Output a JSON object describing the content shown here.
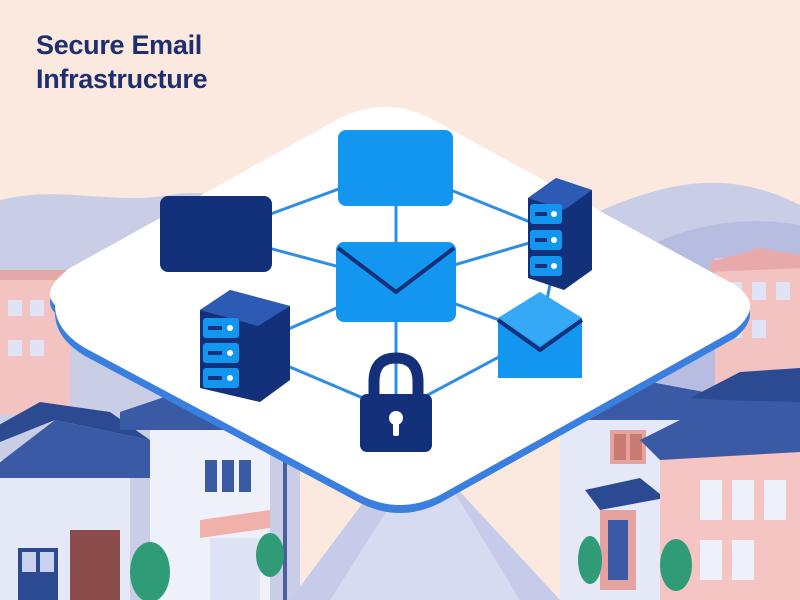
{
  "title": {
    "line1": "Secure Email",
    "line2": "Infrastructure"
  },
  "colors": {
    "sky": "#fbe9e0",
    "title": "#1e2f6e",
    "navy": "#13307a",
    "blue": "#1296ef",
    "link_line": "#2f8de4",
    "platform": "#ffffff",
    "platform_edge": "#3a7fe0",
    "mountain": "#c9cde6",
    "roof": "#3b5aa6",
    "building_pink": "#f4c5c3",
    "building_light": "#e4e8f7",
    "tree": "#2f9c77"
  },
  "nodes": [
    {
      "name": "top-envelope",
      "kind": "envelope-closed",
      "icon": "mail-icon"
    },
    {
      "name": "left-envelope",
      "kind": "envelope-closed",
      "icon": "mail-icon"
    },
    {
      "name": "center-envelope",
      "kind": "envelope-open",
      "icon": "mail-open-icon"
    },
    {
      "name": "right-server",
      "kind": "server",
      "icon": "server-icon"
    },
    {
      "name": "left-server",
      "kind": "server",
      "icon": "server-icon"
    },
    {
      "name": "right-envelope",
      "kind": "envelope-open",
      "icon": "mail-open-icon"
    },
    {
      "name": "lock",
      "kind": "padlock",
      "icon": "lock-icon"
    }
  ],
  "links": [
    [
      "top-envelope",
      "center-envelope"
    ],
    [
      "top-envelope",
      "left-envelope"
    ],
    [
      "top-envelope",
      "right-server"
    ],
    [
      "left-envelope",
      "center-envelope"
    ],
    [
      "center-envelope",
      "right-server"
    ],
    [
      "center-envelope",
      "left-server"
    ],
    [
      "center-envelope",
      "right-envelope"
    ],
    [
      "center-envelope",
      "lock"
    ],
    [
      "right-server",
      "right-envelope"
    ],
    [
      "left-server",
      "lock"
    ],
    [
      "right-envelope",
      "lock"
    ]
  ]
}
